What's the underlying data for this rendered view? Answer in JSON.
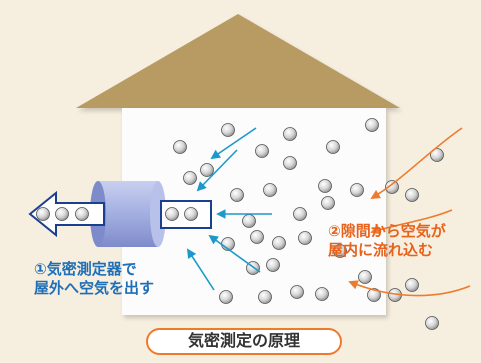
{
  "title": "気密測定の原理",
  "callouts": {
    "exhaust": [
      "①気密測定器で",
      "屋外へ空気を出す"
    ],
    "inflow": [
      "②隙間から空気が",
      "屋内に流れ込む"
    ]
  },
  "colors": {
    "background": "#f6efdf",
    "roof": "#b89a64",
    "wall": "#fcfcfc",
    "device": "#aab4e0",
    "blue_arrow": "#1b9ac9",
    "orange_arrow": "#ef7a2c",
    "blue_text": "#1f6fb8",
    "orange_text": "#e8621c"
  },
  "icons": [
    "air-particle-icon",
    "exhaust-arrow-icon",
    "inflow-arrow-icon"
  ]
}
